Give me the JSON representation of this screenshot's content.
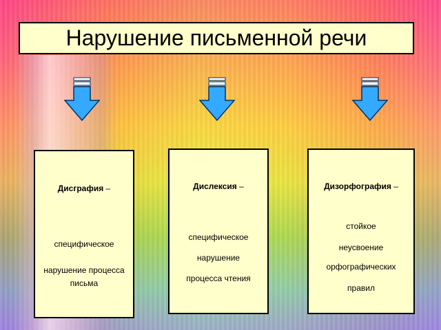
{
  "title": "Нарушение письменной речи",
  "colors": {
    "box_fill": "#ffffcc",
    "arrow_fill": "#33aaff",
    "arrow_stroke": "#003366"
  },
  "cards": [
    {
      "term": "Дисграфия",
      "dash": " –",
      "lines": [
        "специфическое",
        "нарушение процесса",
        "письма"
      ]
    },
    {
      "term": "Дислексия",
      "dash": " –",
      "lines": [
        "специфическое",
        "нарушение",
        "процесса чтения"
      ]
    },
    {
      "term": "Дизорфография",
      "dash": " –",
      "lines": [
        "стойкое",
        "неусвоение",
        "орфографических",
        "правил"
      ]
    }
  ]
}
